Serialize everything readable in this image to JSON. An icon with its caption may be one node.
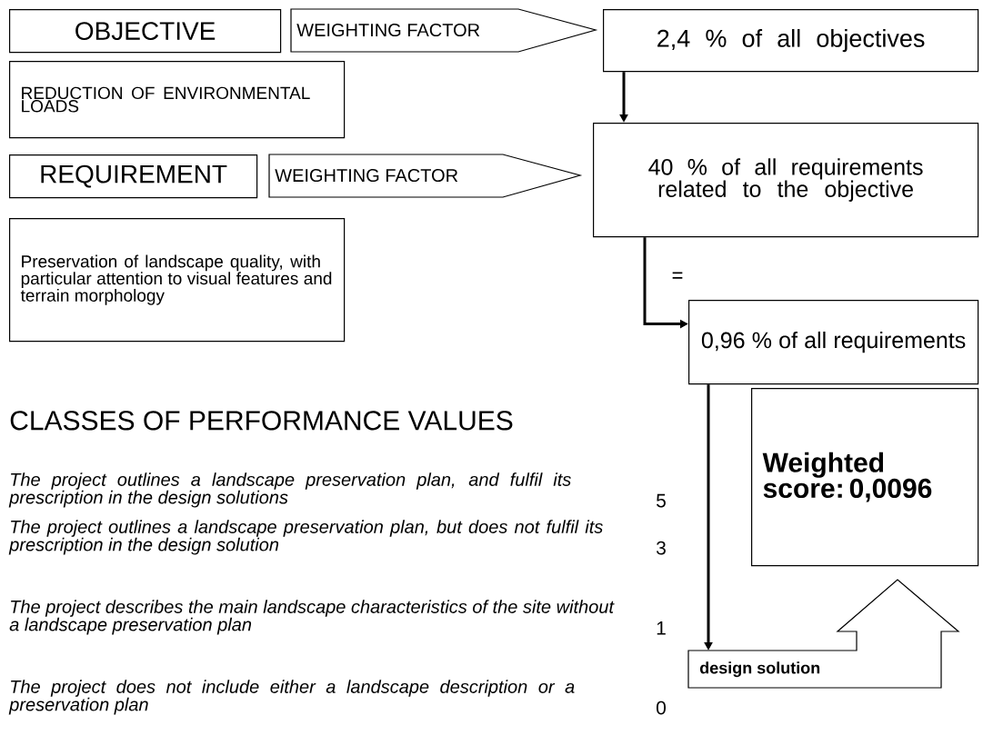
{
  "diagram": {
    "nodes": [
      {
        "text": [
          "OBJECTIVE"
        ]
      },
      {
        "text": [
          "WEIGHTING FACTOR"
        ]
      },
      {
        "text": [
          "2,4 % of all objectives"
        ]
      },
      {
        "text": [
          "REDUCTION OF ENVIRONMENTAL LOADS"
        ]
      },
      {
        "text": [
          "REQUIREMENT"
        ]
      },
      {
        "text": [
          "WEIGHTING FACTOR"
        ]
      },
      {
        "text": [
          "40 % of all requirements related to the objective"
        ]
      },
      {
        "text": [
          "Preservation of landscape quality, with particular attention to visual features and terrain morphology"
        ]
      },
      {
        "text": [
          "0,96 % of all requirements"
        ]
      },
      {
        "text": [
          "Weighted score: 0,0096"
        ]
      },
      {
        "text": [
          "design solution"
        ]
      }
    ],
    "edges": [
      {
        "from": 2,
        "to": 6,
        "arrow": "to"
      },
      {
        "from": 6,
        "to": 8,
        "arrow": "to",
        "label": "="
      },
      {
        "from": 8,
        "to": 10,
        "arrow": "to"
      }
    ],
    "labels": [
      "CLASSES OF PERFORMANCE VALUES",
      "The project outlines a landscape preservation plan, and fulfil its prescription in the design solutions",
      "5",
      "The project outlines a landscape preservation plan, but does not fulfil its prescription in the design solution",
      "3",
      "The project describes the main landscape characteristics of the site without a landscape preservation plan",
      "1",
      "The project does not include either a landscape description or a preservation plan",
      "0"
    ]
  }
}
